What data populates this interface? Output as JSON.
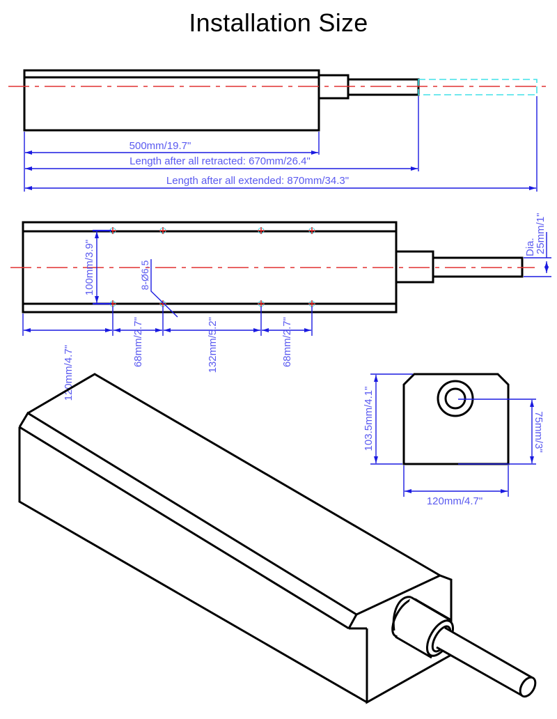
{
  "title": "Installation Size",
  "colors": {
    "outline": "#000000",
    "dimension": "#1a1ae0",
    "dimension_text": "#5a5af0",
    "centerline": "#e03030",
    "extended_ghost": "#40e0e8"
  },
  "side_view": {
    "body_length": "500mm/19.7\"",
    "retracted_length": "Length after all retracted: 670mm/26.4\"",
    "extended_length": "Length after all extended: 870mm/34.3\""
  },
  "top_view": {
    "rail_spacing": "100mm/3.9\"",
    "hole_spec": "8-Ø6.5",
    "rod_dia_label": "Dia.",
    "rod_dia_value": "25mm/1\"",
    "hole_spacings": [
      "120mm/4.7\"",
      "68mm/2.7\"",
      "132mm/5.2\"",
      "68mm/2.7\""
    ]
  },
  "end_view": {
    "height": "103.5mm/4.1\"",
    "rod_center_height": "75mm/3\"",
    "width": "120mm/4.7\""
  }
}
